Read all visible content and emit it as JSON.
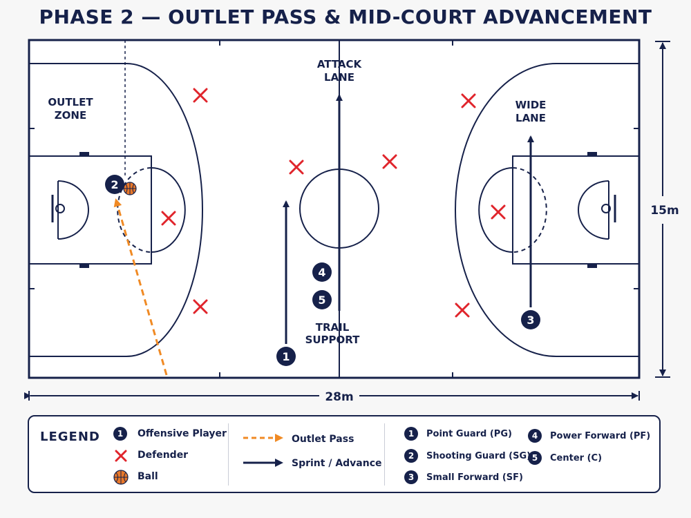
{
  "title": "PHASE 2 — OUTLET PASS & MID-COURT ADVANCEMENT",
  "court_labels": {
    "outlet_zone": [
      "OUTLET",
      "ZONE"
    ],
    "attack_lane": [
      "ATTACK",
      "LANE"
    ],
    "wide_lane": [
      "WIDE",
      "LANE"
    ],
    "trail_support": [
      "TRAIL",
      "SUPPORT"
    ]
  },
  "dimensions": {
    "width_label": "28m",
    "height_label": "15m"
  },
  "players": [
    {
      "number": "1"
    },
    {
      "number": "2"
    },
    {
      "number": "3"
    },
    {
      "number": "4"
    },
    {
      "number": "5"
    }
  ],
  "legend": {
    "title": "LEGEND",
    "offensive_player": "Offensive Player",
    "offensive_player_badge": "1",
    "defender": "Defender",
    "ball": "Ball",
    "outlet_pass": "Outlet Pass",
    "sprint_advance": "Sprint / Advance",
    "roles": [
      {
        "number": "1",
        "label": "Point Guard (PG)"
      },
      {
        "number": "2",
        "label": "Shooting Guard (SG)"
      },
      {
        "number": "3",
        "label": "Small Forward (SF)"
      },
      {
        "number": "4",
        "label": "Power Forward (PF)"
      },
      {
        "number": "5",
        "label": "Center (C)"
      }
    ]
  },
  "colors": {
    "navy": "#16214a",
    "defender_red": "#e0242b",
    "pass_orange": "#f08a24",
    "ball_orange": "#e8782a"
  }
}
